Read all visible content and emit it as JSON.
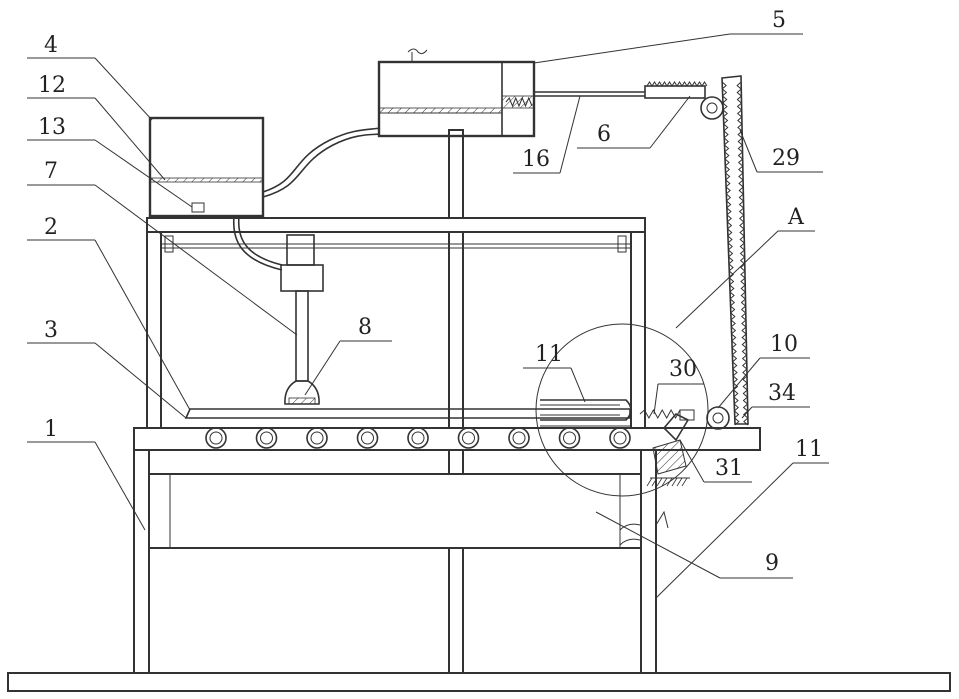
{
  "labels": {
    "l1": "1",
    "l2": "2",
    "l3": "3",
    "l4": "4",
    "l5": "5",
    "l6": "6",
    "l7": "7",
    "l8": "8",
    "l9": "9",
    "l10": "10",
    "l11a": "11",
    "l11b": "11",
    "l12": "12",
    "l13": "13",
    "l16": "16",
    "l29": "29",
    "l30": "30",
    "l31": "31",
    "l34": "34",
    "lA": "A"
  }
}
